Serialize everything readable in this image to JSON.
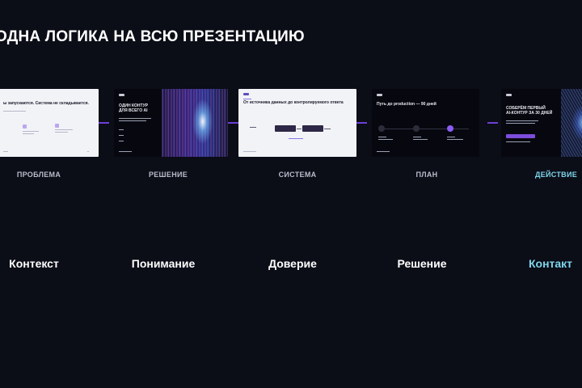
{
  "page": {
    "title": "ОДНА ЛОГИКА НА ВСЮ ПРЕЗЕНТАЦИЮ"
  },
  "slides": [
    {
      "theme": "light",
      "headline": "ы запускаются. Система не складывается.",
      "stage": "ПРОБЛЕМА",
      "word": "Контекст"
    },
    {
      "theme": "dark",
      "headline_line1": "ОДИН КОНТУР",
      "headline_line2": "ДЛЯ ВСЕГО AI",
      "stage": "РЕШЕНИЕ",
      "word": "Понимание"
    },
    {
      "theme": "light",
      "headline": "От источника данных до контролируемого ответа",
      "stage": "СИСТЕМА",
      "word": "Доверие"
    },
    {
      "theme": "dark",
      "headline": "Путь до production — 90 дней",
      "stage": "ПЛАН",
      "word": "Решение"
    },
    {
      "theme": "dark",
      "headline_line1": "СОБЕРЁМ ПЕРВЫЙ",
      "headline_line2": "AI-КОНТУР ЗА 30 ДНЕЙ",
      "stage": "ДЕЙСТВИЕ",
      "word": "Контакт"
    }
  ],
  "colors": {
    "background": "#0b0d17",
    "accent_purple": "#7c4ddb",
    "active_cyan": "#7fd6ec",
    "stage_label": "#b9bccb"
  }
}
